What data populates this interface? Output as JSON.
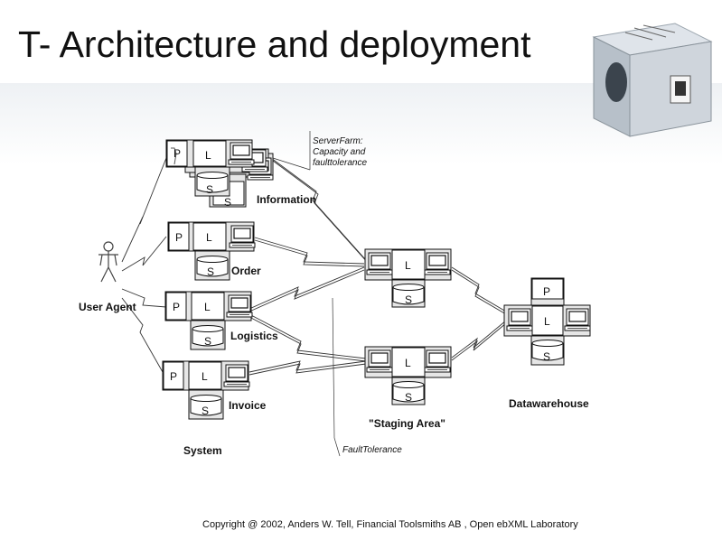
{
  "slide": {
    "title": "T- Architecture and deployment",
    "copyright": "Copyright @ 2002, Anders W. Tell, Financial Toolsmiths AB , Open ebXML Laboratory"
  },
  "labels": {
    "user_agent": "User Agent",
    "information": "Information",
    "order": "Order",
    "logistics": "Logistics",
    "invoice": "Invoice",
    "system": "System",
    "staging_area": "\"Staging Area\"",
    "datawarehouse": "Datawarehouse"
  },
  "notes": {
    "server_farm_lines": [
      "ServerFarm:",
      "Capacity and",
      "faulttolerance"
    ],
    "fault_tolerance": "FaultTolerance"
  },
  "letters": {
    "p": "P",
    "l": "L",
    "s": "S"
  },
  "colors": {
    "ink": "#111111",
    "box_fill": "#e6e6e6",
    "screen": "#ffffff"
  },
  "icons": [
    "person-icon",
    "computer-icon",
    "lightning-link-icon",
    "storage-icon",
    "decorative-cube-icon"
  ]
}
